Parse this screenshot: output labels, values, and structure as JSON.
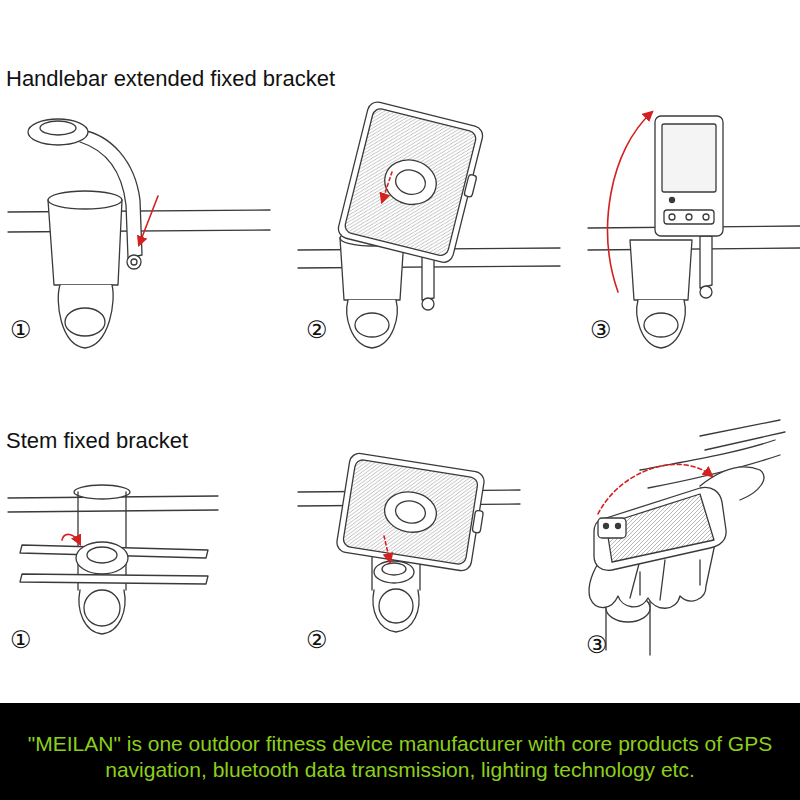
{
  "diagram": {
    "nodes": [
      {
        "text": [
          "\"MEILAN\" is one outdoor fitness device manufacturer with core products of GPS navigation, bluetooth data transmission, lighting technology etc."
        ]
      }
    ],
    "labels": [
      "Handlebar extended fixed bracket",
      "①",
      "②",
      "③",
      "Stem fixed bracket",
      "①",
      "②",
      "③"
    ]
  }
}
